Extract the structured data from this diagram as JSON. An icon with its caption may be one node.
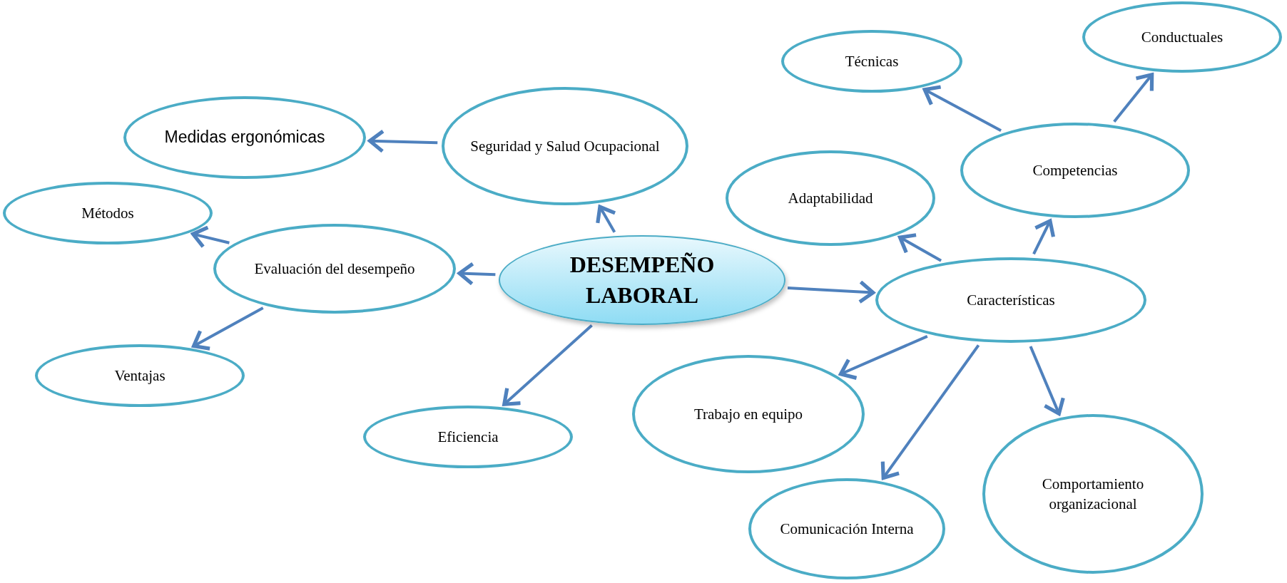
{
  "diagram": {
    "nodes": [
      {
        "text": [
          "DESEMPEÑO LABORAL"
        ]
      },
      {
        "text": [
          "Seguridad y Salud Ocupacional"
        ]
      },
      {
        "text": [
          "Medidas ergonómicas"
        ]
      },
      {
        "text": [
          "Evaluación del desempeño"
        ]
      },
      {
        "text": [
          "Métodos"
        ]
      },
      {
        "text": [
          "Ventajas"
        ]
      },
      {
        "text": [
          "Eficiencia"
        ]
      },
      {
        "text": [
          "Características"
        ]
      },
      {
        "text": [
          "Adaptabilidad"
        ]
      },
      {
        "text": [
          "Competencias"
        ]
      },
      {
        "text": [
          "Técnicas"
        ]
      },
      {
        "text": [
          "Conductuales"
        ]
      },
      {
        "text": [
          "Trabajo en equipo"
        ]
      },
      {
        "text": [
          "Comunicación Interna"
        ]
      },
      {
        "text": [
          "Comportamiento organizacional"
        ]
      }
    ],
    "edges": [
      {
        "from": 0,
        "to": 1,
        "arrow": "to"
      },
      {
        "from": 1,
        "to": 2,
        "arrow": "to"
      },
      {
        "from": 0,
        "to": 3,
        "arrow": "to"
      },
      {
        "from": 3,
        "to": 4,
        "arrow": "to"
      },
      {
        "from": 3,
        "to": 5,
        "arrow": "to"
      },
      {
        "from": 0,
        "to": 6,
        "arrow": "to"
      },
      {
        "from": 0,
        "to": 7,
        "arrow": "to"
      },
      {
        "from": 7,
        "to": 8,
        "arrow": "to"
      },
      {
        "from": 7,
        "to": 9,
        "arrow": "to"
      },
      {
        "from": 9,
        "to": 10,
        "arrow": "to"
      },
      {
        "from": 9,
        "to": 11,
        "arrow": "to"
      },
      {
        "from": 7,
        "to": 12,
        "arrow": "to"
      },
      {
        "from": 7,
        "to": 13,
        "arrow": "to"
      },
      {
        "from": 7,
        "to": 14,
        "arrow": "to"
      }
    ]
  }
}
